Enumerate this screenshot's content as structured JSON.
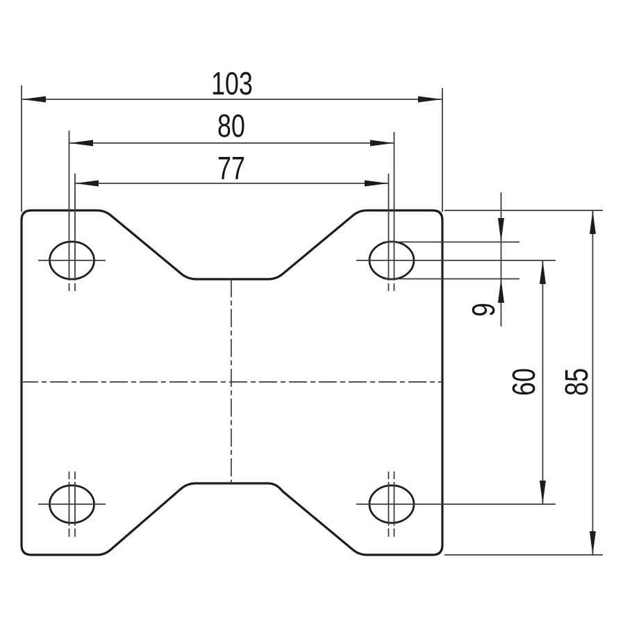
{
  "drawing": {
    "type": "technical-dimension-drawing",
    "subject": "mounting-plate-top-view",
    "colors": {
      "background": "#ffffff",
      "outline": "#1c1c1c",
      "dimension_lines": "#3c3c3c",
      "text": "#161616"
    },
    "dimensions": {
      "d103": {
        "label": "103"
      },
      "d80": {
        "label": "80"
      },
      "d77": {
        "label": "77"
      },
      "d9": {
        "label": "9"
      },
      "d60": {
        "label": "60"
      },
      "d85": {
        "label": "85"
      }
    }
  }
}
